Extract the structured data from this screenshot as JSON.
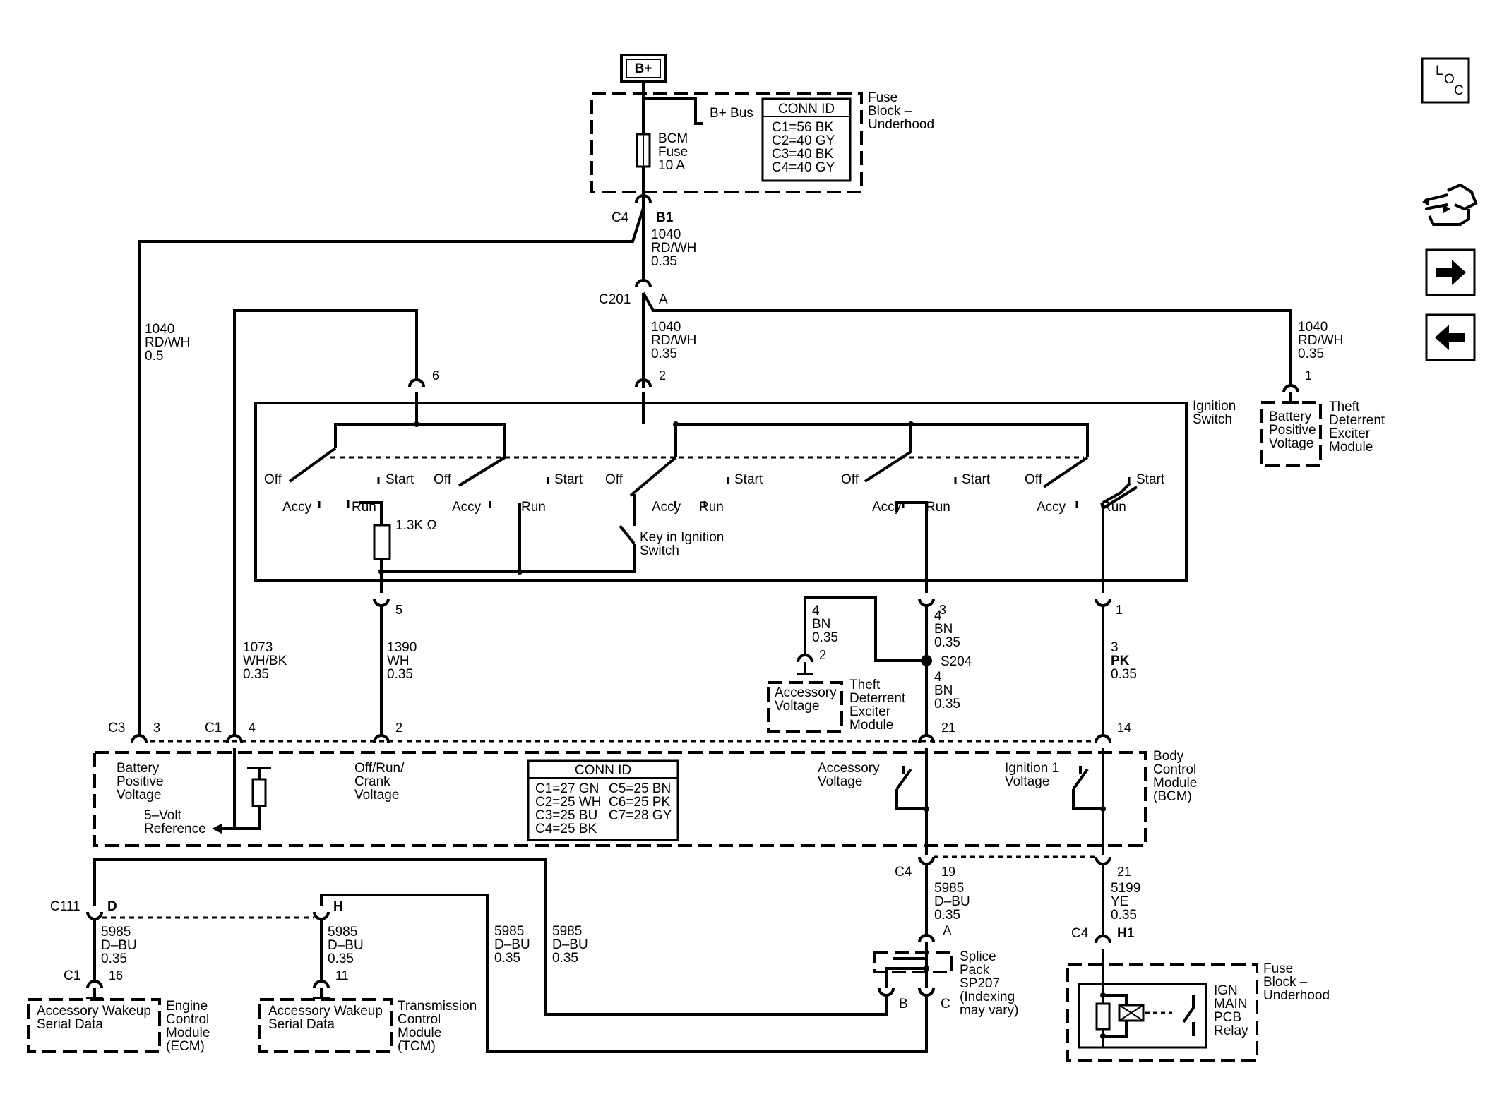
{
  "b_plus": "B+",
  "fuse_block_top": {
    "lines": [
      "Fuse",
      "Block –",
      "Underhood"
    ],
    "bplus_bus": "B+ Bus",
    "fuse": [
      "BCM",
      "Fuse",
      "10 A"
    ],
    "conn_id_title": "CONN ID",
    "conn_ids": [
      "C1=56 BK",
      "C2=40 GY",
      "C3=40 BK",
      "C4=40 GY"
    ],
    "conn_c4": "C4",
    "pin_b1": "B1"
  },
  "wires": {
    "w1040_top": [
      "1040",
      "RD/WH",
      "0.35"
    ],
    "w1040_left": [
      "1040",
      "RD/WH",
      "0.5"
    ],
    "w1040_mid": [
      "1040",
      "RD/WH",
      "0.35"
    ],
    "w1040_right": [
      "1040",
      "RD/WH",
      "0.35"
    ],
    "w1073": [
      "1073",
      "WH/BK",
      "0.35"
    ],
    "w1390": [
      "1390",
      "WH",
      "0.35"
    ],
    "w4_left": [
      "4",
      "BN",
      "0.35"
    ],
    "w4_top": [
      "4",
      "BN",
      "0.35"
    ],
    "w4_bottom": [
      "4",
      "BN",
      "0.35"
    ],
    "w3": [
      "3",
      "PK",
      "0.35"
    ],
    "w5985_c4": [
      "5985",
      "D–BU",
      "0.35"
    ],
    "w5199": [
      "5199",
      "YE",
      "0.35"
    ],
    "w5985_ecm": [
      "5985",
      "D–BU",
      "0.35"
    ],
    "w5985_tcm": [
      "5985",
      "D–BU",
      "0.35"
    ],
    "w5985_a": [
      "5985",
      "D–BU",
      "0.35"
    ],
    "w5985_b": [
      "5985",
      "D–BU",
      "0.35"
    ]
  },
  "connectors": {
    "c201": "C201",
    "c201_pin": "A",
    "ign_pin6": "6",
    "ign_pin2": "2",
    "ign_pin5": "5",
    "ign_pin3": "3",
    "ign_pin1": "1",
    "theft_pin1": "1",
    "theft_pin2": "2",
    "s204": "S204",
    "c3": "C3",
    "c3_pin": "3",
    "c1": "C1",
    "c1_pin4": "4",
    "pin2": "2",
    "pin21": "21",
    "pin14": "14",
    "c4_bottom": "C4",
    "pin19": "19",
    "pin21b": "21",
    "sp_a": "A",
    "sp_b": "B",
    "sp_c": "C",
    "c4_h1": "C4",
    "h1": "H1",
    "c111": "C111",
    "d": "D",
    "h": "H",
    "c1_ecm": "C1",
    "pin16": "16",
    "pin11": "11"
  },
  "ignition_switch": {
    "label": [
      "Ignition",
      "Switch"
    ],
    "off": "Off",
    "start": "Start",
    "accy": "Accy",
    "run": "Run",
    "resistor": "1.3K Ω",
    "key": [
      "Key in Ignition",
      "Switch"
    ]
  },
  "theft_top": {
    "inner": [
      "Battery",
      "Positive",
      "Voltage"
    ],
    "label": [
      "Theft",
      "Deterrent",
      "Exciter",
      "Module"
    ]
  },
  "theft_bottom": {
    "inner": [
      "Accessory",
      "Voltage"
    ],
    "label": [
      "Theft",
      "Deterrent",
      "Exciter",
      "Module"
    ]
  },
  "bcm": {
    "label": [
      "Body",
      "Control",
      "Module",
      "(BCM)"
    ],
    "batt": [
      "Battery",
      "Positive",
      "Voltage"
    ],
    "ref": [
      "5–Volt",
      "Reference"
    ],
    "orc": [
      "Off/Run/",
      "Crank",
      "Voltage"
    ],
    "acc": [
      "Accessory",
      "Voltage"
    ],
    "ign": [
      "Ignition 1",
      "Voltage"
    ],
    "conn_id_title": "CONN ID",
    "conn_ids": [
      "C1=27 GN",
      "C2=25 WH",
      "C3=25 BU",
      "C4=25 BK",
      "C5=25 BN",
      "C6=25 PK",
      "C7=28 GY"
    ]
  },
  "splice": [
    "Splice",
    "Pack",
    "SP207",
    "(Indexing",
    "may vary)"
  ],
  "fuse_block_bottom": {
    "lines": [
      "Fuse",
      "Block –",
      "Underhood"
    ],
    "relay": [
      "IGN",
      "MAIN",
      "PCB",
      "Relay"
    ]
  },
  "ecm": {
    "inner": [
      "Accessory Wakeup",
      "Serial Data"
    ],
    "label": [
      "Engine",
      "Control",
      "Module",
      "(ECM)"
    ]
  },
  "tcm": {
    "inner": [
      "Accessory Wakeup",
      "Serial Data"
    ],
    "label": [
      "Transmission",
      "Control",
      "Module",
      "(TCM)"
    ]
  },
  "nav": {
    "loc": [
      "L",
      "O",
      "C"
    ],
    "wrench": "connector-wrench-icon",
    "next": "arrow-right-icon",
    "prev": "arrow-left-icon"
  }
}
